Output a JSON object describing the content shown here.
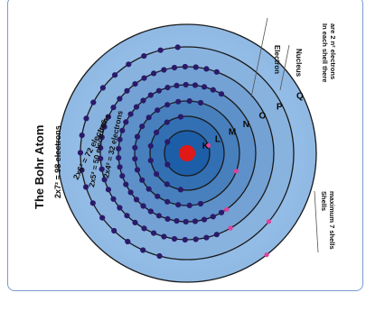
{
  "diagram": {
    "title": "The Bohr Atom",
    "formulas": [
      "2x7² = 98 electrons",
      "2x6² = 72 electrons",
      "2x5² = 50 electrons",
      "2x4² = 32 electrons"
    ],
    "shell_letters": [
      "K",
      "L",
      "M",
      "N",
      "O",
      "P",
      "Q"
    ],
    "labels": {
      "electron": "Electron",
      "nucleus": "Nucleus",
      "shell_rule_1": "In each shell there",
      "shell_rule_2": "are 2 n² electrons",
      "shells_1": "Shells",
      "shells_2": "maximum 7 shells"
    },
    "colors": {
      "frame": "#7a9bd3",
      "shell_fill_outer": "#9fc4ea",
      "shell_fill_inner": "#1d5ea8",
      "shell_stroke": "#1a1a1a",
      "nucleus": "#e01818",
      "electron": "#2a1a6a",
      "marker": "#e0409a"
    }
  }
}
